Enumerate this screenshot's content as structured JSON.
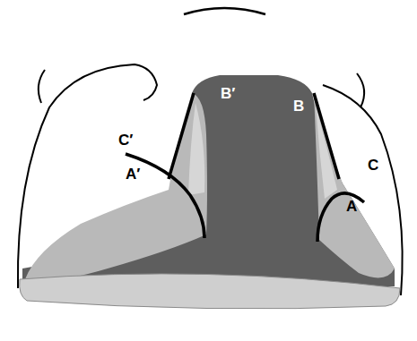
{
  "diagram": {
    "labels": [
      "B′",
      "B",
      "C′",
      "A′",
      "C",
      "A"
    ]
  }
}
